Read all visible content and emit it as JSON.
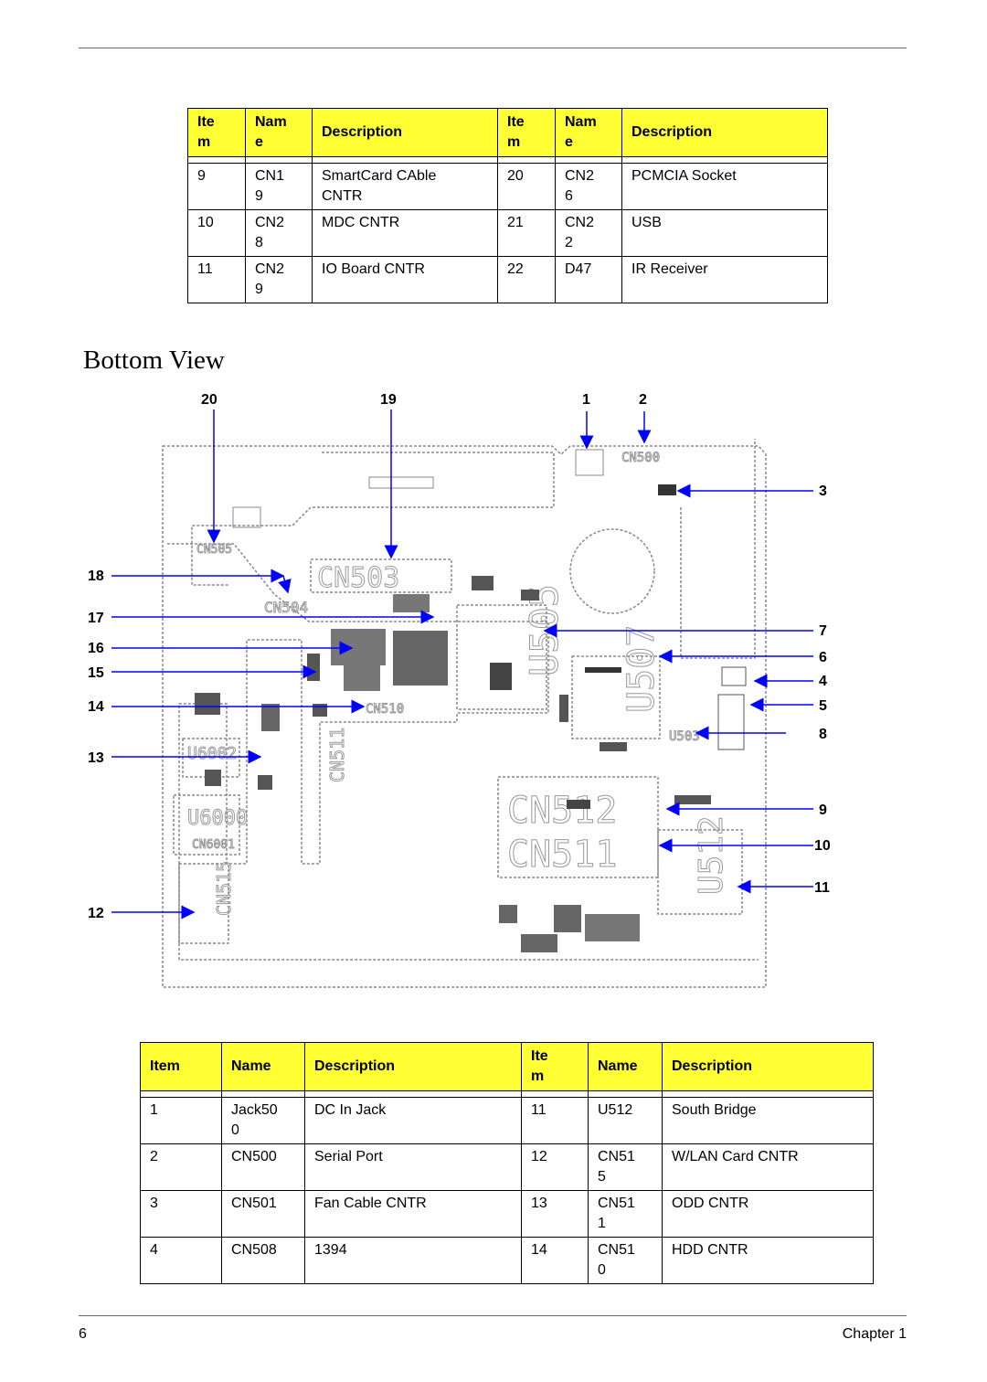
{
  "top_table": {
    "headers": [
      "Ite\nm",
      "Nam\ne",
      "Description",
      "Ite\nm",
      "Nam\ne",
      "Description"
    ],
    "rows": [
      [
        "9",
        "CN1\n9",
        "SmartCard CAble\nCNTR",
        "20",
        "CN2\n6",
        "PCMCIA Socket"
      ],
      [
        "10",
        "CN2\n8",
        "MDC CNTR",
        "21",
        "CN2\n2",
        "USB"
      ],
      [
        "11",
        "CN2\n9",
        "IO Board CNTR",
        "22",
        "D47",
        "IR Receiver"
      ]
    ]
  },
  "section_title": "Bottom View",
  "diagram": {
    "callouts": [
      "20",
      "19",
      "1",
      "2",
      "3",
      "18",
      "17",
      "16",
      "15",
      "14",
      "13",
      "12",
      "7",
      "6",
      "4",
      "5",
      "8",
      "9",
      "10",
      "11"
    ],
    "board_labels": [
      "CN503",
      "CN504",
      "U505",
      "U507",
      "CN512",
      "CN511",
      "U512",
      "U6002",
      "U6000",
      "CN6001",
      "CN515",
      "CN510",
      "CN511",
      "CN500",
      "CN505",
      "U503"
    ]
  },
  "bottom_table": {
    "headers": [
      "Item",
      "Name",
      "Description",
      "Ite\nm",
      "Name",
      "Description"
    ],
    "rows": [
      [
        "1",
        "Jack50\n0",
        "DC In Jack",
        "11",
        "U512",
        "South Bridge"
      ],
      [
        "2",
        "CN500",
        "Serial Port",
        "12",
        "CN51\n5",
        "W/LAN Card CNTR"
      ],
      [
        "3",
        "CN501",
        "Fan Cable CNTR",
        "13",
        "CN51\n1",
        "ODD CNTR"
      ],
      [
        "4",
        "CN508",
        "1394",
        "14",
        "CN51\n0",
        "HDD CNTR"
      ]
    ]
  },
  "footer": {
    "page_number": "6",
    "chapter": "Chapter 1"
  },
  "colors": {
    "header_fill": "#ffff33",
    "callout_line": "#0000ff"
  }
}
